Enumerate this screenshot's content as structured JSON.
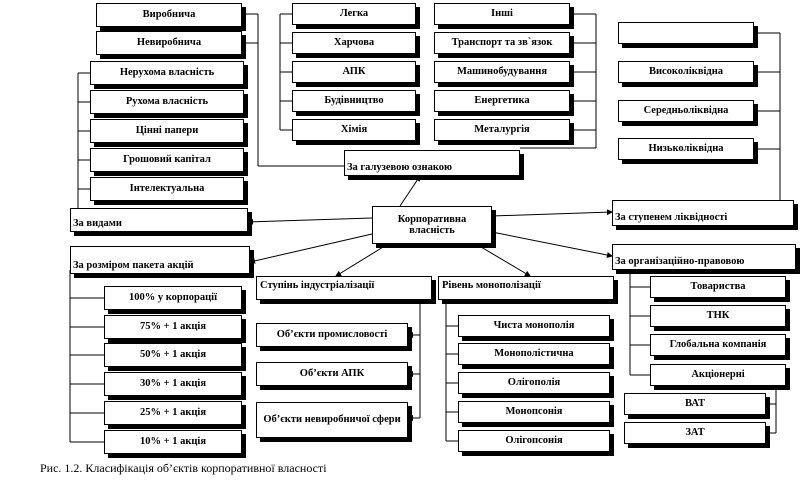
{
  "center": "Корпоративна власність",
  "by_types": {
    "header": "За видами",
    "items": [
      "Виробнича",
      "Невиробнича",
      "Нерухома власність",
      "Рухома власність",
      "Цінні папери",
      "Грошовий капітал",
      "Інтелектуальна"
    ]
  },
  "by_industry": {
    "header": "За галузевою ознакою",
    "left": [
      "Легка",
      "Харчова",
      "АПК",
      "Будівництво",
      "Хімія"
    ],
    "right": [
      "Інші",
      "Транспорт та зв`язок",
      "Машинобудування",
      "Енергетика",
      "Металургія"
    ]
  },
  "by_liquidity": {
    "header": "За ступенем ліквідності",
    "items": [
      "",
      "Високоліквідна",
      "Середньоліквідна",
      "Низьколіквідна"
    ]
  },
  "by_package": {
    "header": "За розміром пакета акцій",
    "items": [
      "100% у корпорації",
      "75% + 1 акція",
      "50% + 1 акція",
      "30% + 1 акція",
      "25% + 1 акція",
      "10% + 1 акція"
    ]
  },
  "by_industrialization": {
    "header": "Ступінь індустріалізації",
    "items": [
      "Об’єкти промисловості",
      "Об’єкти АПК",
      "Об’єкти невиробничої сфери"
    ]
  },
  "by_monopolization": {
    "header": "Рівень монополізації",
    "items": [
      "Чиста монополія",
      "Монополістична",
      "Олігополія",
      "Монопсонія",
      "Олігопсонія"
    ]
  },
  "by_legal": {
    "header": "За організаційно-правовою",
    "items": [
      "Товариства",
      "ТНК",
      "Глобальна компанія",
      "Акціонерні",
      "ВАТ",
      "ЗАТ"
    ]
  },
  "caption": "Рис. 1.2. Класифікація об’єктів корпоративної власності"
}
